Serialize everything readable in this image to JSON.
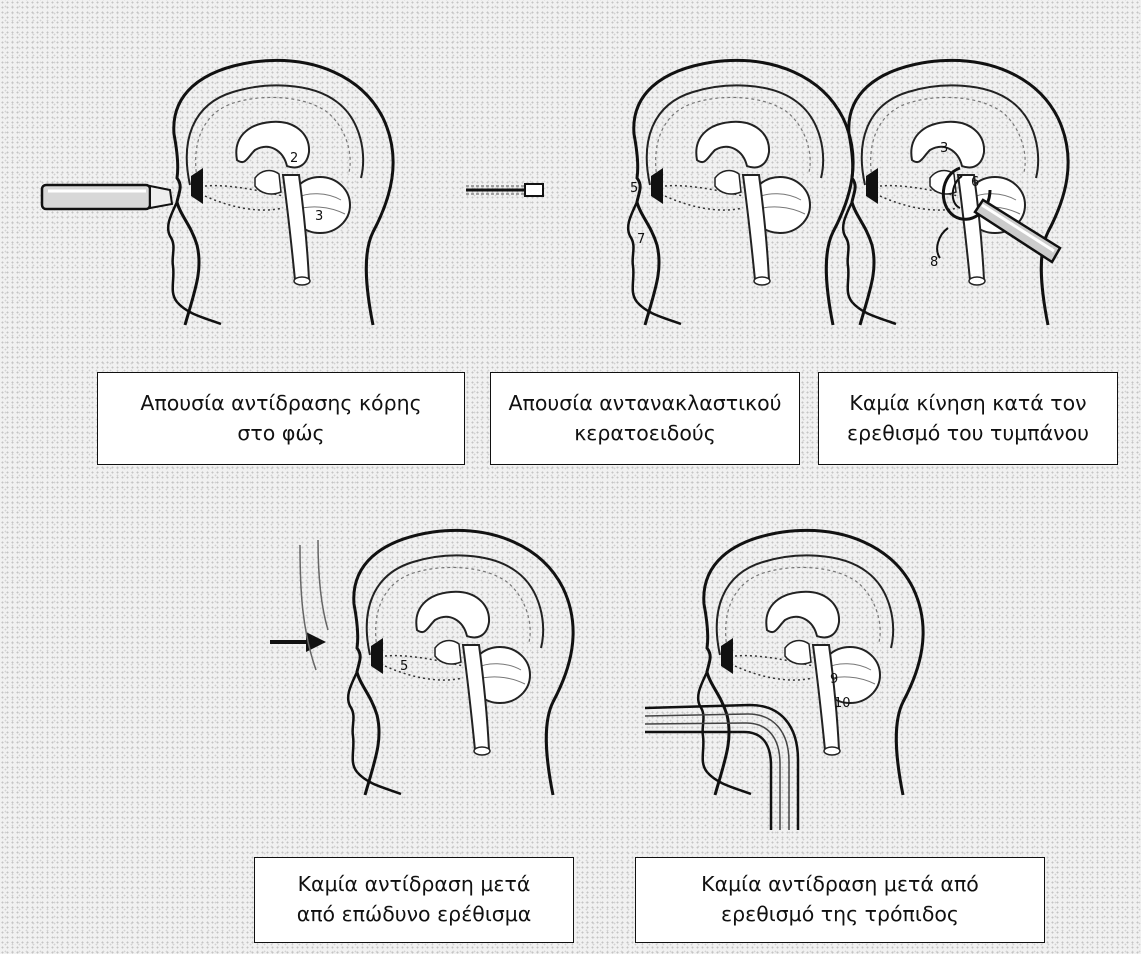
{
  "captions": [
    {
      "line1": "Απουσία αντίδρασης κόρης",
      "line2": "στο φώς"
    },
    {
      "line1": "Απουσία αντανακλαστικού",
      "line2": "κερατοειδούς"
    },
    {
      "line1": "Καμία κίνηση κατά τον",
      "line2": "ερεθισμό του τυμπάνου"
    },
    {
      "line1": "Καμία αντίδραση μετά",
      "line2": "από επώδυνο ερέθισμα"
    },
    {
      "line1": "Καμία αντίδραση μετά από",
      "line2": "ερεθισμό της τρόπιδος"
    }
  ],
  "diagram_labels": {
    "panel1": [
      "2",
      "3"
    ],
    "panel2": [
      "5",
      "7"
    ],
    "panel3": [
      "3",
      "6",
      "8"
    ],
    "panel4": [
      "5"
    ],
    "panel5": [
      "9",
      "10"
    ]
  },
  "icons": {
    "panel1": "penlight-icon",
    "panel2": "cotton-swab-icon",
    "panel3": "ear-syringe-icon",
    "panel4": "pressure-arrow-icon",
    "panel5": "suction-catheter-icon"
  }
}
